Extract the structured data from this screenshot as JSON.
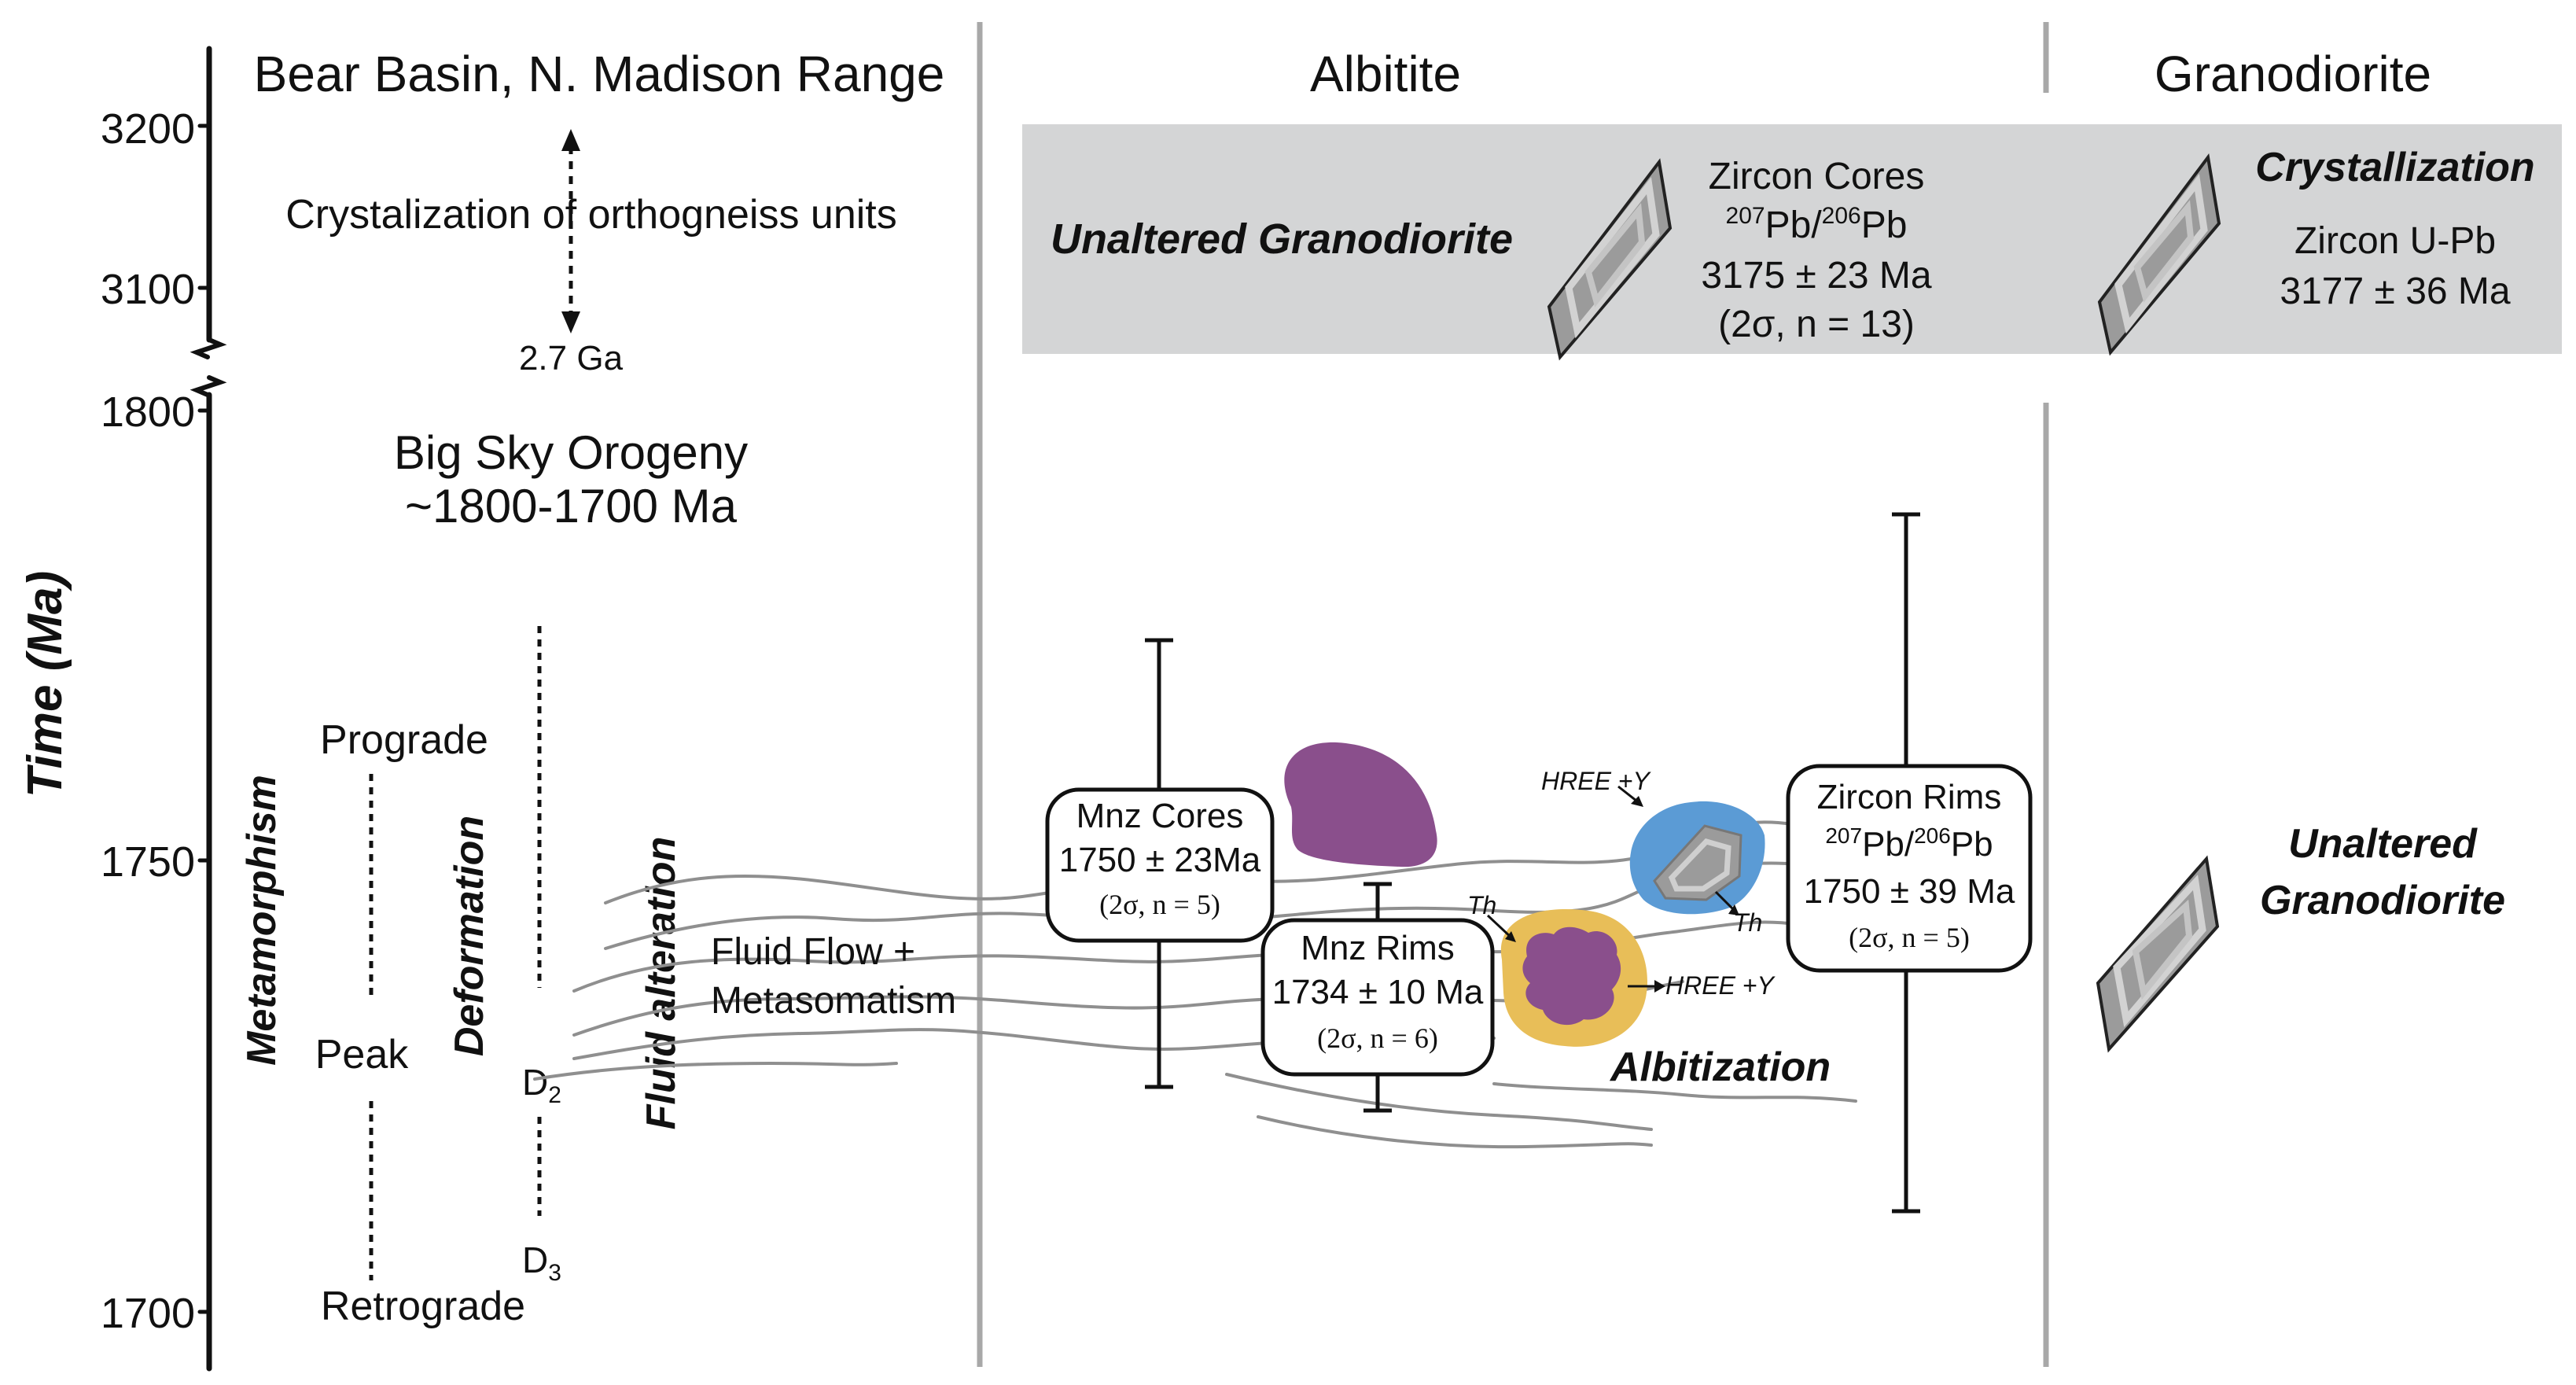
{
  "columns": {
    "left_title": "Bear Basin, N. Madison Range",
    "middle_title": "Albitite",
    "right_title": "Granodiorite"
  },
  "axis": {
    "label": "Time (Ma)",
    "upper_ticks": [
      "3200",
      "3100"
    ],
    "lower_ticks": [
      "1800",
      "1750",
      "1700"
    ]
  },
  "left_panel": {
    "crystallization_text": "Crystalization of orthogneiss units",
    "ga_label": "2.7 Ga",
    "orogeny_title": "Big Sky Orogeny",
    "orogeny_range": "~1800-1700 Ma",
    "metamorphism_label": "Metamorphism",
    "prograde": "Prograde",
    "peak": "Peak",
    "retrograde": "Retrograde",
    "deformation_label": "Deformation",
    "d2_main": "D",
    "d2_sub": "2",
    "d3_main": "D",
    "d3_sub": "3",
    "fluid_alteration_label": "Fluid alteration",
    "fluid_flow_line1": "Fluid Flow +",
    "fluid_flow_line2": "Metasomatism"
  },
  "upper_band": {
    "unaltered_label": "Unaltered Granodiorite",
    "zircon_cores_title": "Zircon Cores",
    "iso_207": "207",
    "iso_pb1": "Pb/",
    "iso_206": "206",
    "iso_pb2": "Pb",
    "zircon_cores_age": "3175 ± 23 Ma",
    "zircon_cores_stats": "(2σ, n = 13)",
    "crystallization_label": "Crystallization",
    "zircon_upb": "Zircon U-Pb",
    "zircon_upb_age": "3177 ± 36 Ma"
  },
  "age_boxes": {
    "mnz_cores_title": "Mnz Cores",
    "mnz_cores_age": "1750 ± 23Ma",
    "mnz_cores_stats": "(2σ, n = 5)",
    "mnz_rims_title": "Mnz Rims",
    "mnz_rims_age": "1734 ± 10 Ma",
    "mnz_rims_stats": "(2σ, n = 6)",
    "zircon_rims_title": "Zircon Rims",
    "zircon_rims_iso_207": "207",
    "zircon_rims_iso_pb1": "Pb/",
    "zircon_rims_iso_206": "206",
    "zircon_rims_iso_pb2": "Pb",
    "zircon_rims_age": "1750 ± 39 Ma",
    "zircon_rims_stats": "(2σ, n = 5)"
  },
  "annotations": {
    "hree_y_top": "HREE +Y",
    "th_zircon": "Th",
    "th_monazite": "Th",
    "hree_y_monazite": "HREE +Y",
    "albitization": "Albitization",
    "unaltered_granodiorite_line1": "Unaltered",
    "unaltered_granodiorite_line2": "Granodiorite"
  },
  "colors": {
    "band_gray": "#d4d5d6",
    "divider_gray": "#a8a8a8",
    "monazite_purple": "#8a4f8c",
    "rim_yellow": "#e8be58",
    "zircon_blue": "#5b9bd5",
    "zircon_gray": "#9b9b9b",
    "vein_gray": "#8f8f8f"
  }
}
